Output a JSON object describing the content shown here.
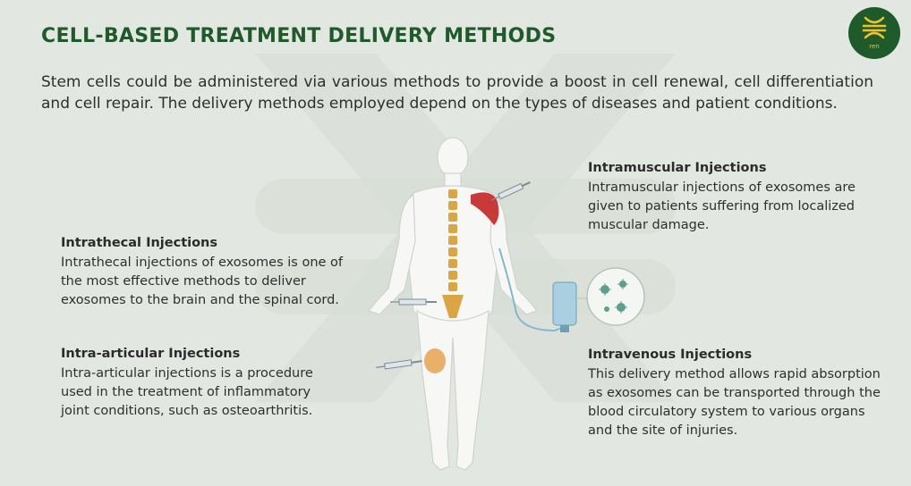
{
  "header": {
    "title": "CELL-BASED TREATMENT DELIVERY METHODS",
    "intro": "Stem cells could be administered via various methods to provide a boost in cell renewal, cell differentiation and cell repair. The delivery methods employed depend on the types of diseases and patient conditions."
  },
  "logo": {
    "text": "ren",
    "brand_color": "#1f5a2b",
    "accent_color": "#f1c22c"
  },
  "methods": {
    "intramuscular": {
      "title": "Intramuscular Injections",
      "text": "Intramuscular injections of exosomes are given to patients suffering from localized muscular damage."
    },
    "intrathecal": {
      "title": "Intrathecal Injections",
      "text": "Intrathecal injections of exosomes is one of the most effective methods to deliver exosomes to the brain and the spinal cord."
    },
    "intraarticular": {
      "title": "Intra-articular Injections",
      "text": "Intra-articular injections is a procedure used in the treatment of inflammatory joint conditions, such as osteoarthritis."
    },
    "intravenous": {
      "title": "Intravenous Injections",
      "text": "This delivery method allows rapid absorption as exosomes can be transported through the blood circulatory system to various organs and the site of injuries."
    }
  },
  "colors": {
    "background": "#e3e7e2",
    "watermark": "#d4dcd3",
    "body_fill": "#f7f7f6",
    "spine": "#d9a545",
    "muscle": "#c83a3a",
    "knee": "#e8b06a",
    "iv_bag": "#a9cfe0"
  },
  "icons": [
    "logo-icon",
    "syringe-icon",
    "iv-bag-icon",
    "exosome-icon"
  ]
}
